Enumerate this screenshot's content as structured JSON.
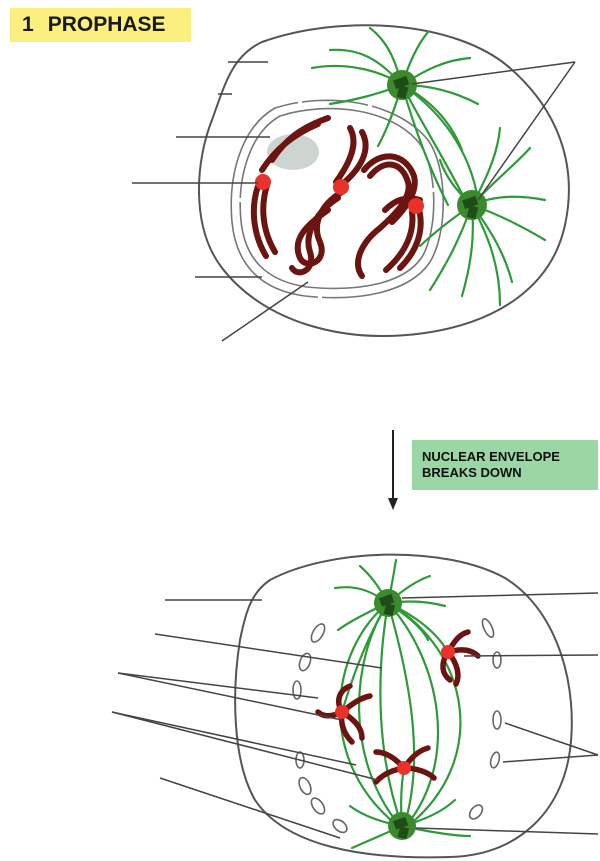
{
  "stage": {
    "number": "1",
    "name": "PROPHASE"
  },
  "transition": {
    "line1": "NUCLEAR ENVELOPE",
    "line2": "BREAKS DOWN"
  },
  "colors": {
    "outline": "#4a4a4a",
    "spindle": "#2f9a3a",
    "centrosome": "#3c8a2e",
    "chromosome": "#6b1410",
    "centromere": "#e8322a",
    "stage_highlight": "#fbef7f",
    "transition_highlight": "#9ad7a4"
  }
}
